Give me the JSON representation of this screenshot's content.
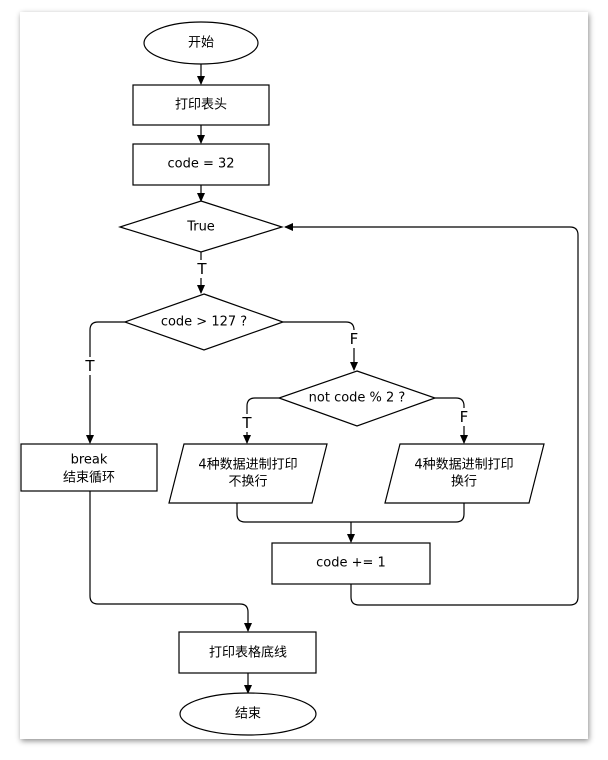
{
  "nodes": {
    "start": "开始",
    "print_header": "打印表头",
    "init_code": "code = 32",
    "loop_condition": "True",
    "check_limit": "code > 127 ?",
    "check_parity": "not code % 2 ?",
    "break_line1": "break",
    "break_line2": "结束循环",
    "print_no_newline_line1": "4种数据进制打印",
    "print_no_newline_line2": "不换行",
    "print_newline_line1": "4种数据进制打印",
    "print_newline_line2": "换行",
    "increment": "code += 1",
    "print_footer": "打印表格底线",
    "end": "结束"
  },
  "branch_labels": {
    "loop_true": "T",
    "limit_true": "T",
    "limit_false": "F",
    "parity_true": "T",
    "parity_false": "F"
  }
}
